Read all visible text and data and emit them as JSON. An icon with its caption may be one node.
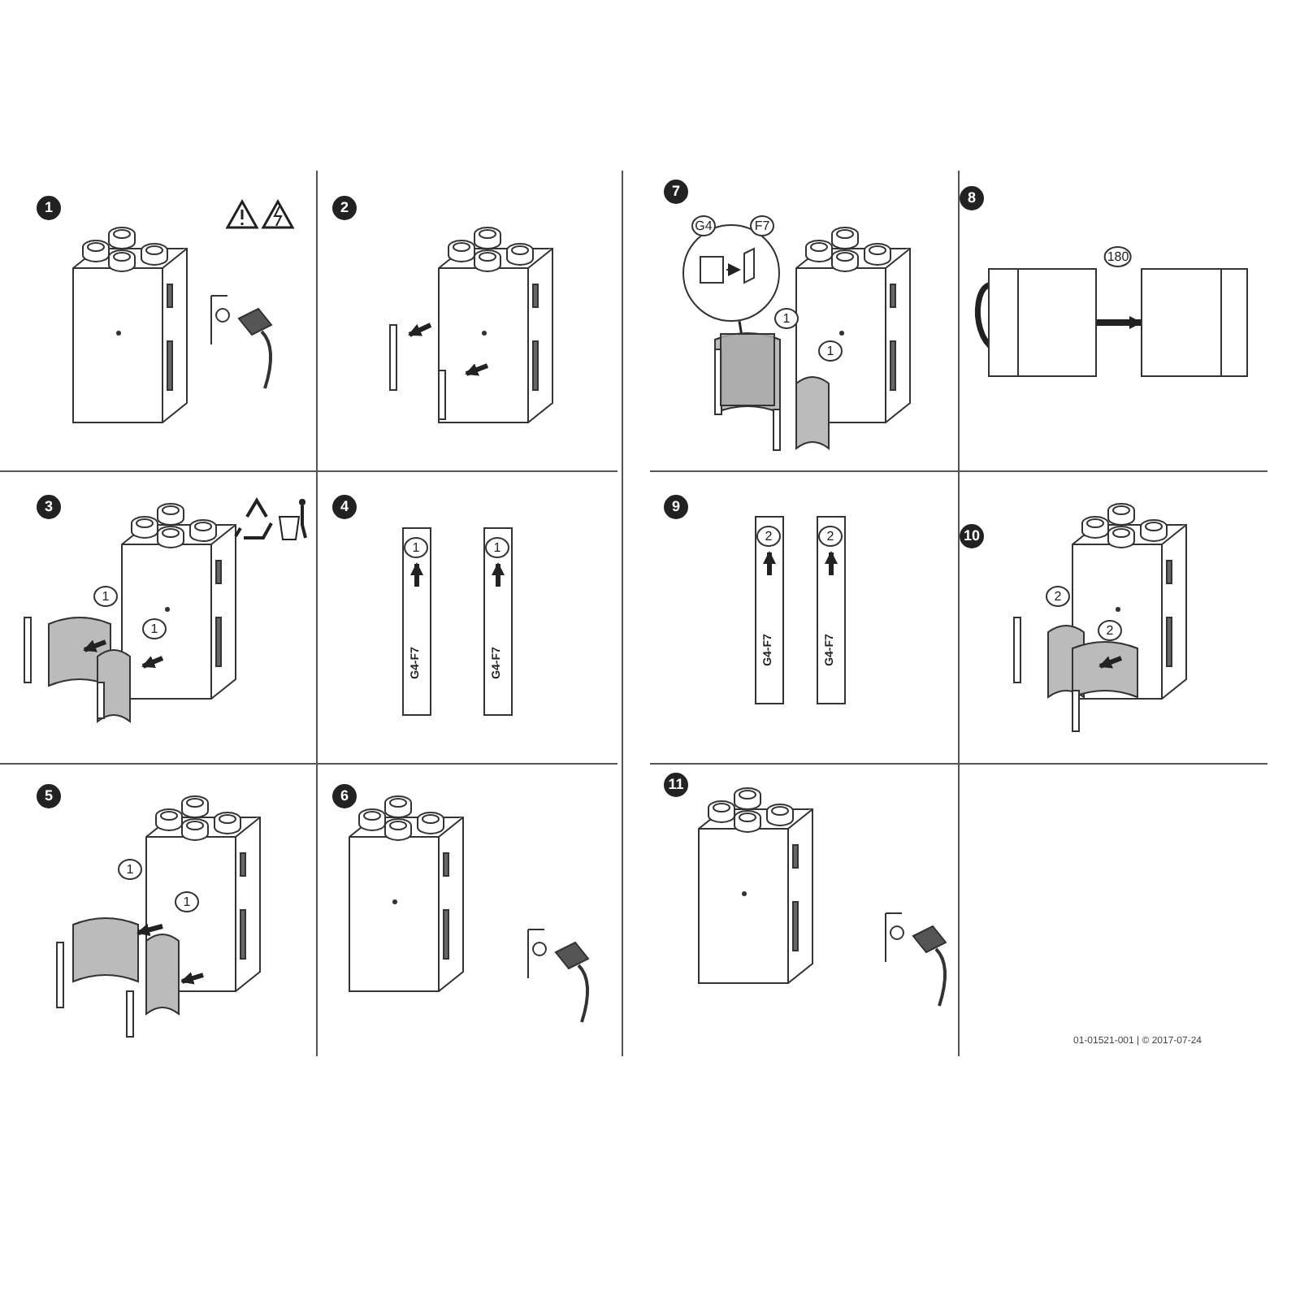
{
  "diagram": {
    "nodes": [
      {
        "text": [
          "G4",
          "F7"
        ]
      },
      {
        "text": [],
        "shape": "box"
      },
      {
        "text": [],
        "shape": "box"
      },
      {
        "text": [],
        "shape": "box"
      }
    ],
    "edges": [
      {
        "from": 0,
        "to": 1,
        "arrow": "none"
      },
      {
        "from": 2,
        "to": 3,
        "arrow": "to",
        "style": "thick"
      }
    ],
    "labels": [
      "1",
      "2",
      "7",
      "1",
      "1",
      "8",
      "180",
      "3",
      "1",
      "1",
      "4",
      "1",
      "G4-F7",
      "1",
      "G4-F7",
      "9",
      "2",
      "G4-F7",
      "2",
      "G4-F7",
      "10",
      "2",
      "2",
      "5",
      "1",
      "1",
      "6",
      "11",
      "01-01521-001 | © 2017-07-24"
    ]
  }
}
